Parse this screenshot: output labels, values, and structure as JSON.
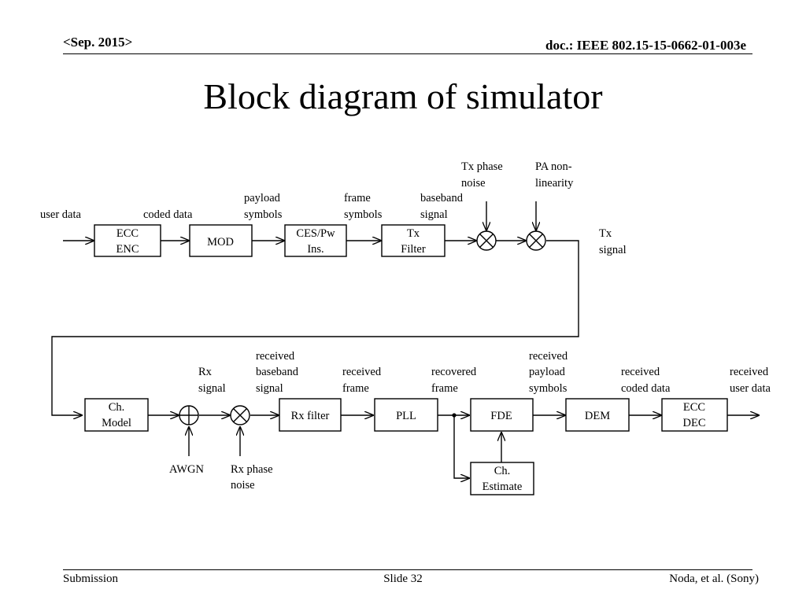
{
  "header": {
    "date": "<Sep. 2015>",
    "doc": "doc.: IEEE 802.15-15-0662-01-003e"
  },
  "title": "Block diagram of simulator",
  "blocks": {
    "ecc_enc": [
      "ECC",
      "ENC"
    ],
    "mod": "MOD",
    "ces": [
      "CES/Pw",
      "Ins."
    ],
    "tx_filter": [
      "Tx",
      "Filter"
    ],
    "ch_model": [
      "Ch.",
      "Model"
    ],
    "rx_filter": "Rx filter",
    "pll": "PLL",
    "fde": "FDE",
    "dem": "DEM",
    "ecc_dec": [
      "ECC",
      "DEC"
    ],
    "ch_est": [
      "Ch.",
      "Estimate"
    ]
  },
  "labels": {
    "user_data": "user data",
    "coded_data": "coded data",
    "payload_symbols": [
      "payload",
      "symbols"
    ],
    "frame_symbols": [
      "frame",
      "symbols"
    ],
    "baseband_signal": [
      "baseband",
      "signal"
    ],
    "tx_phase_noise": [
      "Tx phase",
      "noise"
    ],
    "pa_nonlinearity": [
      "PA non-",
      "linearity"
    ],
    "tx_signal": [
      "Tx",
      "signal"
    ],
    "rx_signal": [
      "Rx",
      "signal"
    ],
    "received_baseband": [
      "received",
      "baseband",
      "signal"
    ],
    "received_frame": [
      "received",
      "frame"
    ],
    "recovered_frame": [
      "recovered",
      "frame"
    ],
    "received_payload": [
      "received",
      "payload",
      "symbols"
    ],
    "received_coded": [
      "received",
      "coded data"
    ],
    "received_user": [
      "received",
      "user data"
    ],
    "awgn": "AWGN",
    "rx_phase_noise": [
      "Rx phase",
      "noise"
    ]
  },
  "footer": {
    "left": "Submission",
    "center": "Slide 32",
    "right": "Noda, et al. (Sony)"
  }
}
